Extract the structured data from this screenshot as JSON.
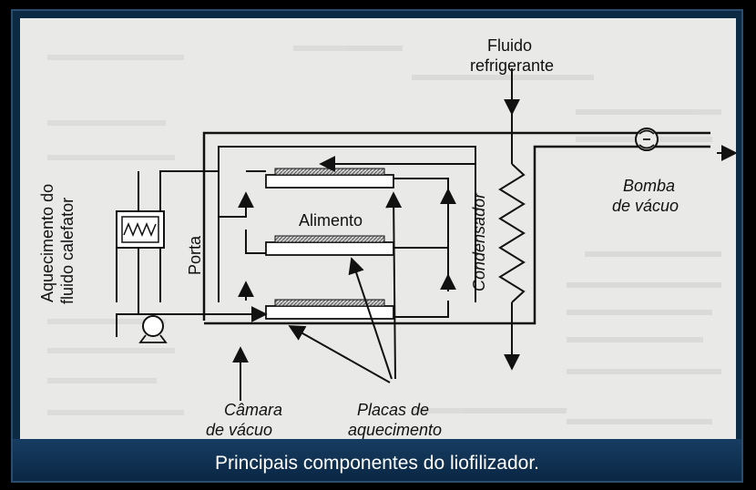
{
  "caption": "Principais componentes do liofilizador.",
  "diagram": {
    "labels": {
      "coolant": [
        "Fluido",
        "refrigerante"
      ],
      "pump": [
        "Bomba",
        "de vácuo"
      ],
      "condenser": "Condensador",
      "food": "Alimento",
      "door": "Porta",
      "heater": [
        "Aquecimento do",
        "fluido calefator"
      ],
      "chamber": [
        "Câmara",
        "de vácuo"
      ],
      "plates": [
        "Placas de",
        "aquecimento"
      ]
    }
  },
  "colors": {
    "frame": "#0d2a45",
    "caption_bar": "#173d62",
    "scan_background": "#e9e9e7",
    "ink": "#111111",
    "caption_text": "#ffffff"
  }
}
